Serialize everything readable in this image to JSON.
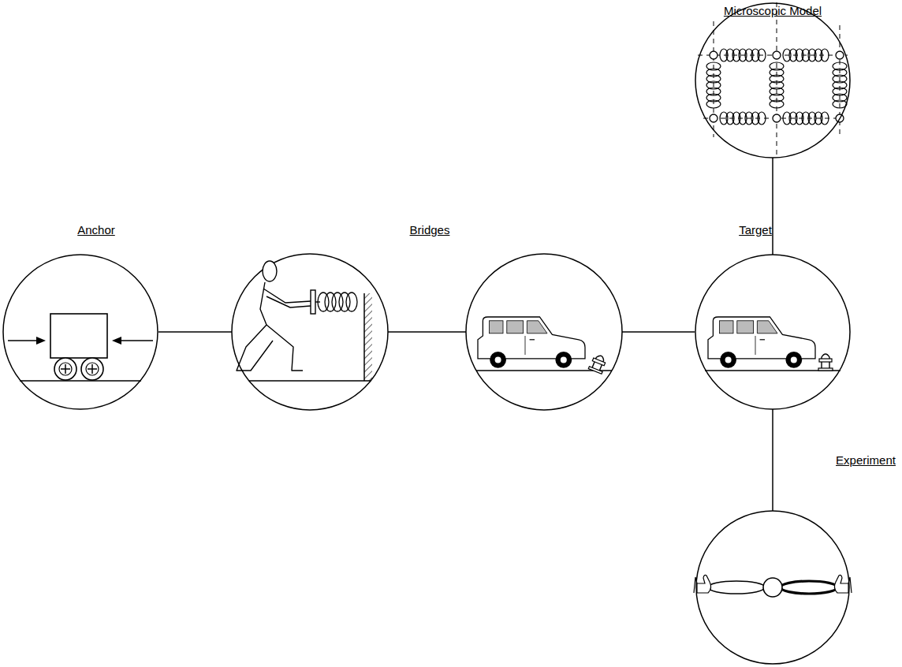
{
  "diagram": {
    "nodes": [
      {
        "text": [
          "Microscopic Model"
        ]
      },
      {
        "text": [
          "Anchor"
        ]
      },
      {
        "text": [
          "Target"
        ]
      },
      {
        "text": [
          "Experiment"
        ]
      }
    ],
    "edges": [
      {
        "from": 2,
        "to": 0,
        "arrow": "none"
      },
      {
        "from": 2,
        "to": 3,
        "arrow": "none"
      }
    ],
    "labels": [
      "Bridges"
    ]
  }
}
